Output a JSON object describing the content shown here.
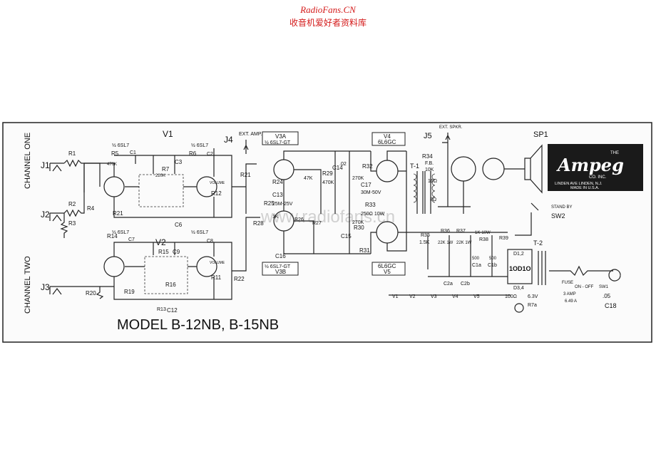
{
  "header": {
    "site": "RadioFans.CN",
    "subtitle": "收音机爱好者资料库"
  },
  "channels": {
    "one": "CHANNEL ONE",
    "two": "CHANNEL TWO"
  },
  "jacks": {
    "j1": "J1",
    "j2": "J2",
    "j3": "J3",
    "j4": "J4",
    "j5": "J5"
  },
  "tubes": {
    "v1": "V1",
    "v2": "V2",
    "v1a": "½ 6SL7",
    "v1b": "½ 6SL7",
    "v2a": "½ 6SL7",
    "v2b": "½ 6SL7",
    "v3a_top": "V3A",
    "v3a_bot": "½ 6SL7-GT",
    "v3b_top": "½ 6SL7-GT",
    "v3b_bot": "V3B",
    "v4_top": "V4",
    "v4_bot": "6L6GC",
    "v5_top": "6L6GC",
    "v5_bot": "V5"
  },
  "labels": {
    "ext_amp": "EXT. AMP.",
    "ext_spkr": "EXT. SPKR.",
    "sp1": "SP1",
    "t1": "T-1",
    "t2": "T-2",
    "sw2": "SW2",
    "stand_by": "STAND BY",
    "fb": "F.B.",
    "r10k": "10K",
    "r8": "8Ω",
    "r16": "16Ω",
    "d12": "D1,2",
    "d34": "D3,4",
    "diode": "1OD1O",
    "c18": "C18",
    "c18v": ".05",
    "fuse": "FUSE",
    "onoff": "ON - OFF",
    "sw1": "SW1",
    "amp_v": "3 AMP",
    "amp_w": "6.49 A",
    "r5": "R5",
    "r6": "R6",
    "r7": "R7",
    "r13": "R13",
    "r14": "R14",
    "r15": "R15",
    "r16b": "R16",
    "r1": "R1",
    "r2": "R2",
    "r3": "R3",
    "r4": "R4",
    "r12": "R12",
    "r21": "R21",
    "r20": "R20",
    "r22": "R22",
    "r19": "R19",
    "r11": "R11",
    "r24": "R24",
    "r25": "R25",
    "r26": "R26",
    "r27": "R27",
    "r28": "R28",
    "r29": "R29",
    "r30": "R30",
    "r31": "R31",
    "r32": "R32",
    "r33": "R33",
    "r34": "R34",
    "r35": "R35",
    "r36": "R36",
    "r37": "R37",
    "r38": "R38",
    "r39": "R39",
    "c1": "C1",
    "c2": "C2",
    "c3": "C3",
    "c6": "C6",
    "c7": "C7",
    "c8": "C8",
    "c9": "C9",
    "c12": "C12",
    "c13": "C13",
    "c14": "C14",
    "c15": "C15",
    "c16": "C16",
    "c17": "C17",
    "c2a": "C2a",
    "c2b": "C2b",
    "c1a": "C1a",
    "c1b": "C1b",
    "v470k": "470K",
    "v220k": "220K",
    "v47k": "47K",
    "v22k": "22K",
    "v1k": "1K",
    "v270k": "270K",
    "v250": "250Ω 10W",
    "v30m": "30M-50V",
    "v25m": "25M-25V",
    "v500": "500",
    "v15k": "1.5K",
    "v22k1w": "22K 1W",
    "v1k10w": "1K-10W",
    "v02": ".02",
    "v100": "100Ω",
    "v63": "6.3V",
    "r7a": "R7a",
    "volume": "VOLUME"
  },
  "heaters": [
    "V1",
    "V2",
    "V3",
    "V4",
    "V5"
  ],
  "logo": {
    "brand": "Ampeg",
    "the": "THE",
    "co": "CO. INC.",
    "line1": "LINDEN AVE  LINDEN, N.J.",
    "line2": "MADE IN U.S.A."
  },
  "model": "MODEL B-12NB, B-15NB",
  "watermark": "www.radiofans.cn"
}
